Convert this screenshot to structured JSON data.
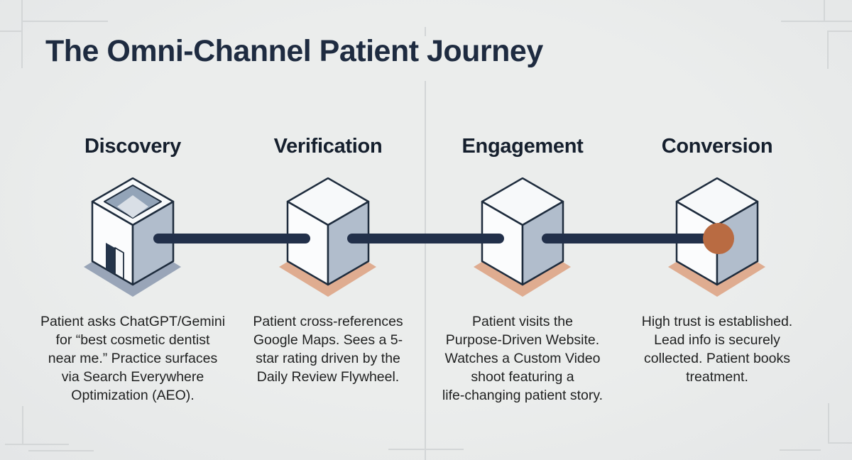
{
  "title": "The Omni-Channel Patient Journey",
  "stages": [
    {
      "label": "Discovery",
      "icon": "isometric-hollow-building-icon",
      "description": "Patient asks ChatGPT/Gemini\nfor “best cosmetic dentist\nnear me.” Practice surfaces\nvia Search Everywhere\nOptimization (AEO)."
    },
    {
      "label": "Verification",
      "icon": "isometric-cube-icon",
      "description": "Patient cross-references\nGoogle Maps. Sees a 5-\nstar rating driven by the\nDaily Review Flywheel."
    },
    {
      "label": "Engagement",
      "icon": "isometric-cube-icon",
      "description": "Patient visits the\nPurpose-Driven Website.\nWatches a Custom Video\nshoot featuring a\nlife-changing patient story."
    },
    {
      "label": "Conversion",
      "icon": "isometric-cube-node-icon",
      "description": "High trust is established.\nLead info is securely\ncollected. Patient books\ntreatment."
    }
  ],
  "colors": {
    "background": "#e9ebeb",
    "title_text": "#1e2b40",
    "label_text": "#151f2d",
    "body_text": "#1f2020",
    "connector": "#22304a",
    "outline": "#1e2c3d",
    "cube_face_top": "#f7f9fa",
    "cube_face_left": "#fbfcfd",
    "cube_face_shade": "#b1bdcc",
    "shadow_blue": "#99a5b8",
    "shadow_peach": "#dfac90",
    "node_circle": "#b96b42",
    "grid_line": "#d3d6d7",
    "hole_wall": "#93a4b8",
    "hole_floor": "#d9dfe6",
    "door_dark": "#24344a"
  }
}
